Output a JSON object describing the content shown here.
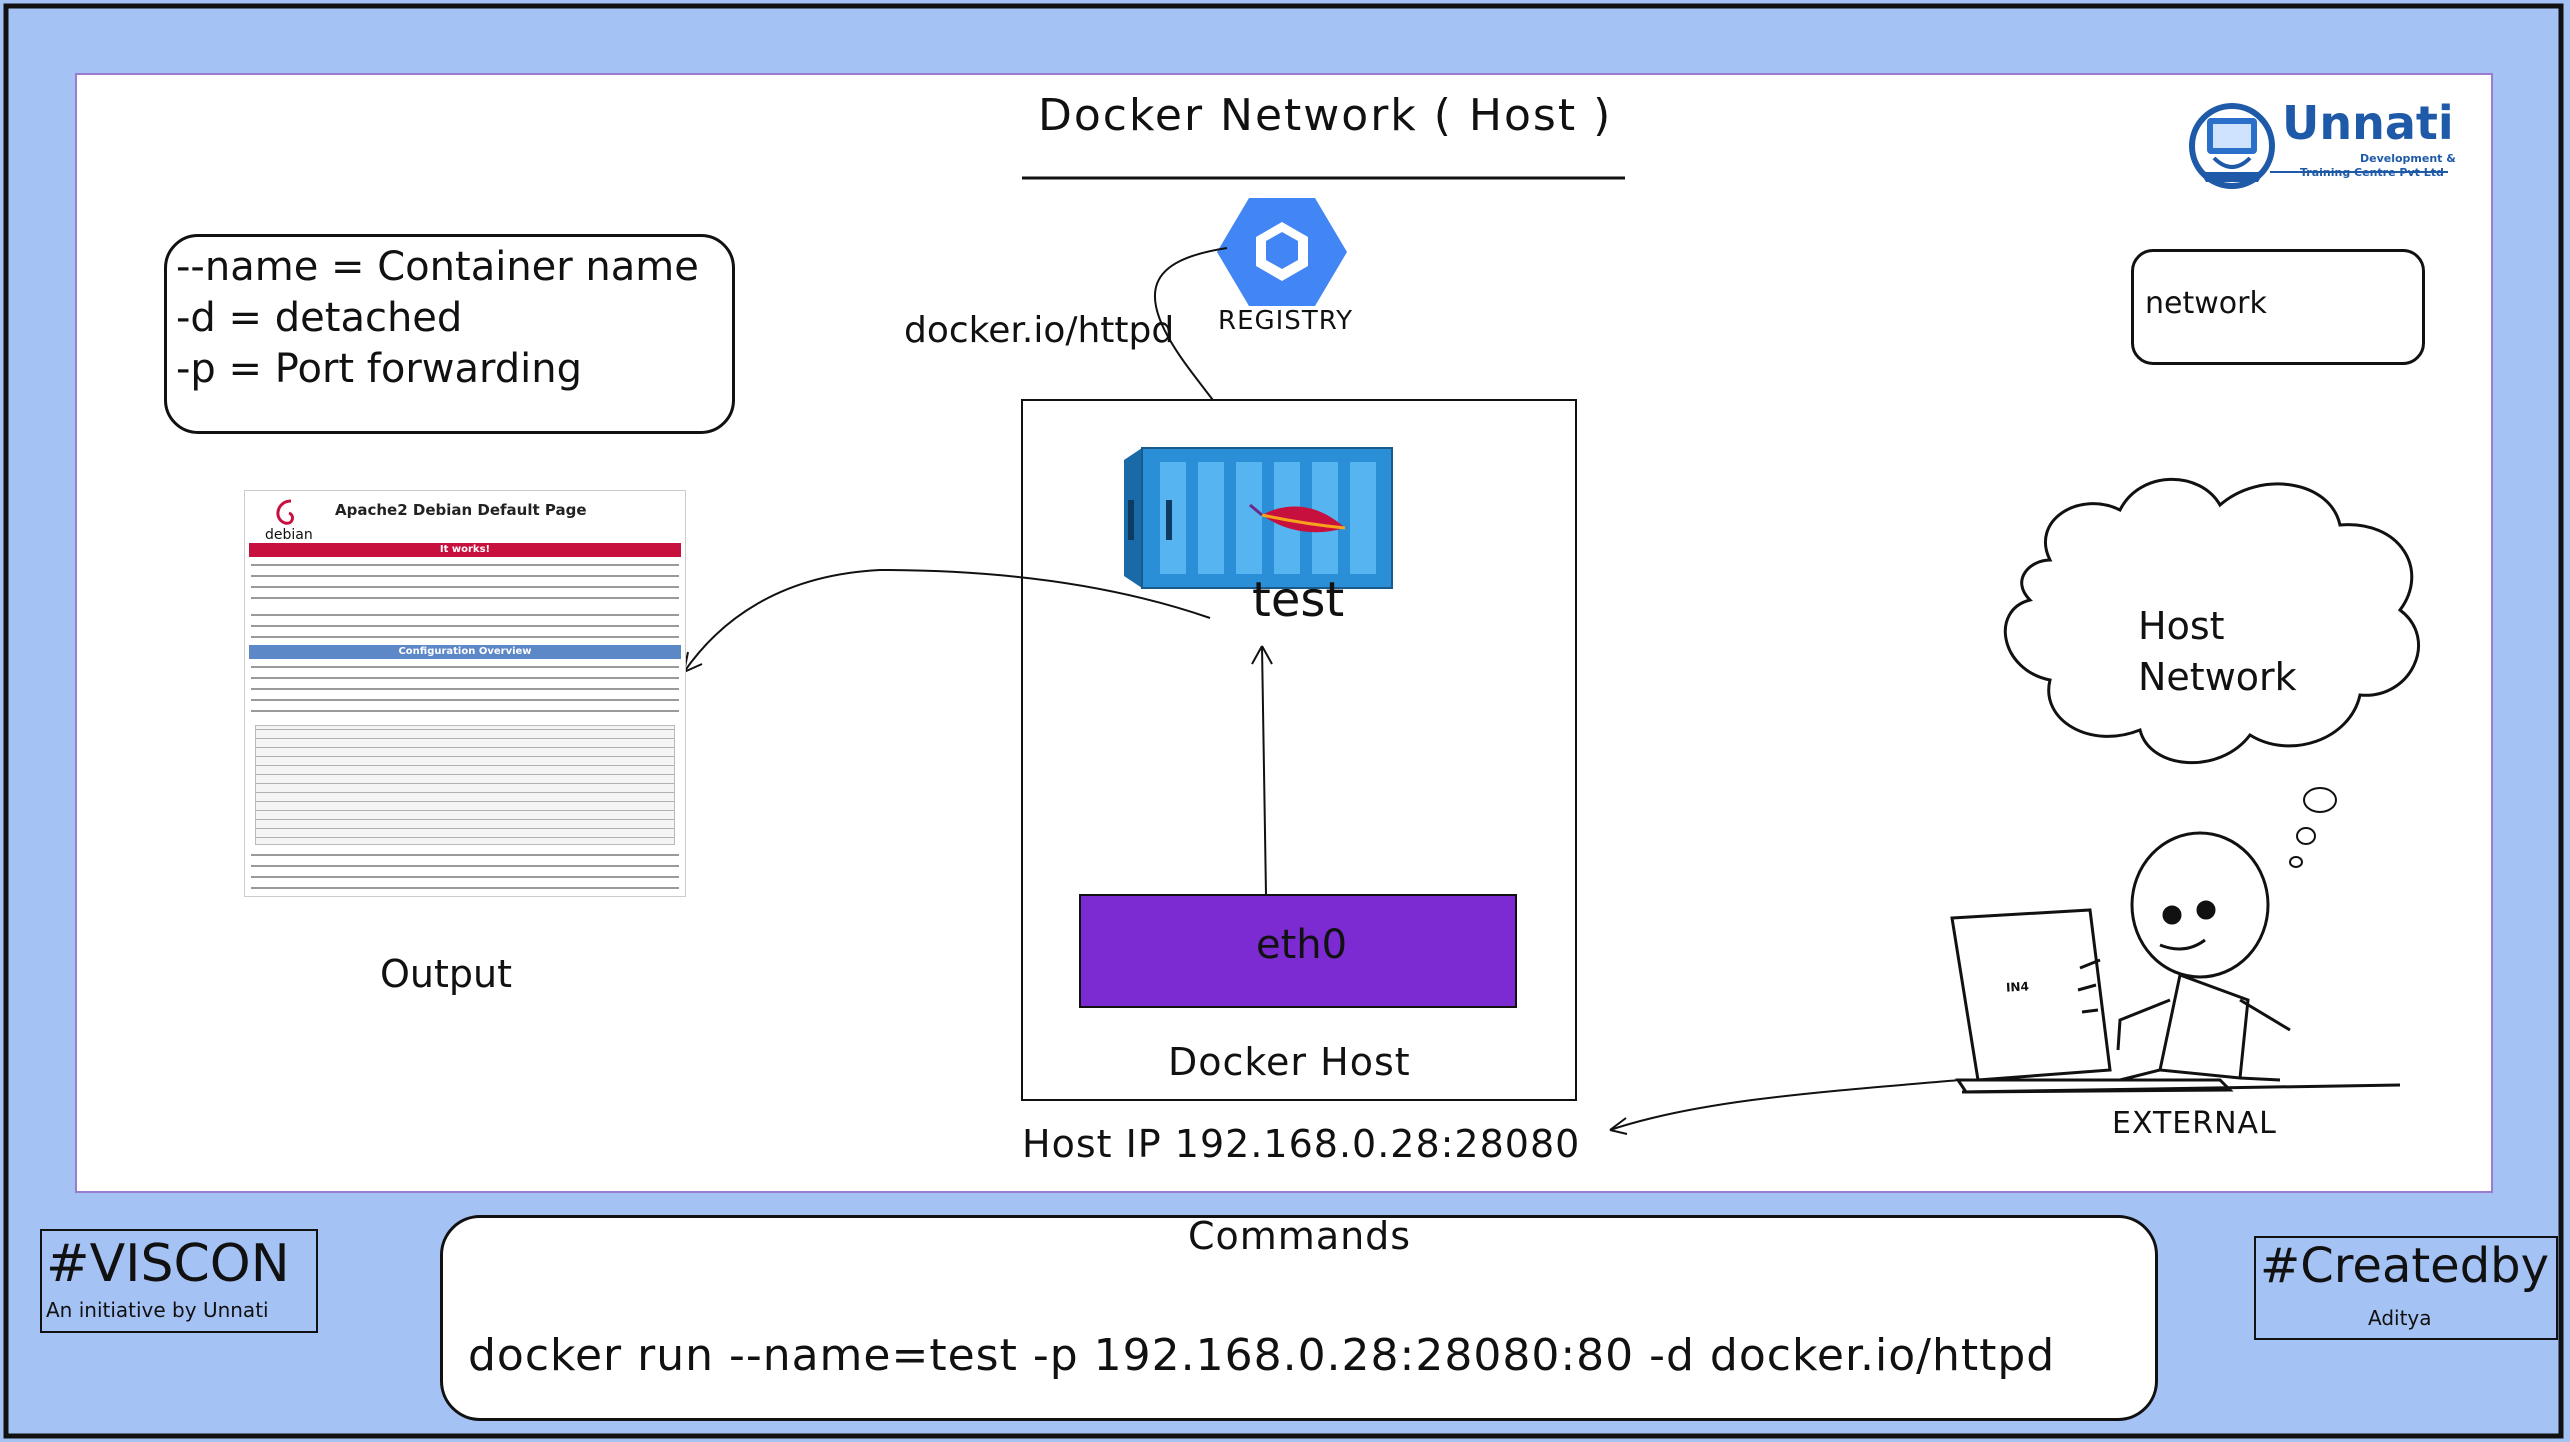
{
  "title": "Docker Network ( Host )",
  "logo": {
    "name": "Unnati",
    "subtitle_line1": "Development &",
    "subtitle_line2": "Training Centre Pvt Ltd"
  },
  "legend": {
    "line1": "--name = Container name",
    "line2": "-d = detached",
    "line3": "-p = Port forwarding"
  },
  "registry": {
    "label": "REGISTRY",
    "image": "docker.io/httpd"
  },
  "container": {
    "name": "test"
  },
  "docker_host": {
    "interface": "eth0",
    "label": "Docker Host"
  },
  "host_ip": "Host IP 192.168.0.28:28080",
  "output_label": "Output",
  "apache_page": {
    "title": "Apache2 Debian Default Page",
    "logo_text": "debian",
    "banner": "It works!",
    "section": "Configuration Overview"
  },
  "network_key": {
    "label": "network"
  },
  "cloud": {
    "line1": "Host",
    "line2": "Network"
  },
  "laptop_text": "IN4",
  "external_label": "EXTERNAL",
  "commands": {
    "title": "Commands",
    "command": "docker run --name=test -p 192.168.0.28:28080:80 -d docker.io/httpd"
  },
  "footer_left": {
    "tag": "#VISCON",
    "subtitle": "An initiative by Unnati"
  },
  "footer_right": {
    "tag": "#Createdby",
    "subtitle": "Aditya"
  },
  "colors": {
    "background": "#a5c2f5",
    "eth0_fill": "#7b2bd1",
    "apache_banner": "#c8103e",
    "apache_section": "#5c88c8",
    "container_body": "#2a8fd6",
    "registry_hex": "#4285f4"
  }
}
